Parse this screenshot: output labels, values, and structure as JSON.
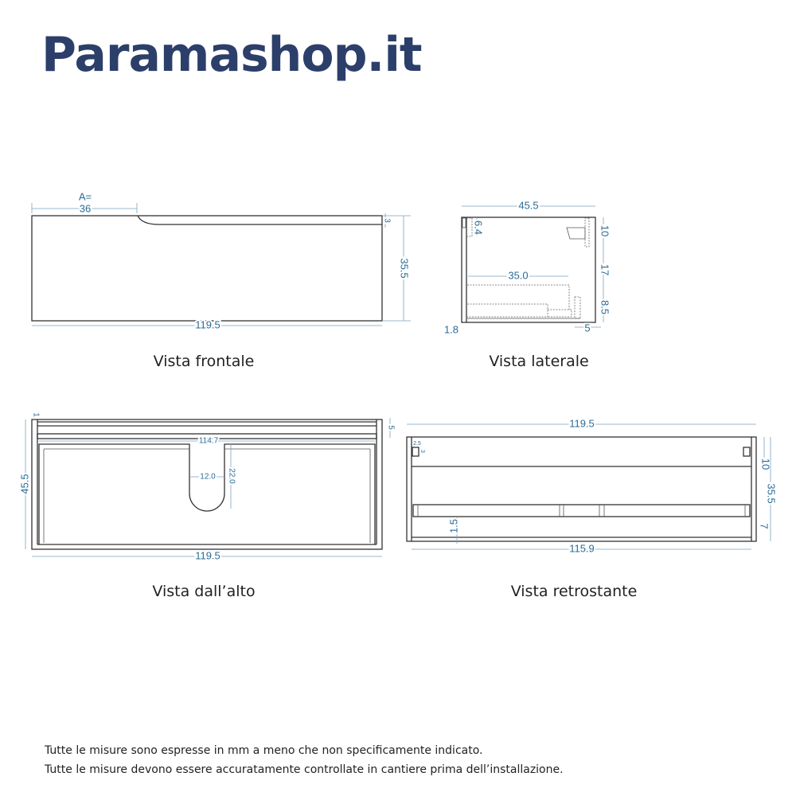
{
  "brand": {
    "logo_text": "Paramashop.it",
    "color": "#2c3f6a"
  },
  "dimension_color": "#2a6b96",
  "views": {
    "front": {
      "caption": "Vista frontale",
      "dims": {
        "a_label": "A=",
        "a_value": "36",
        "top_thickness": "3",
        "height": "35.5",
        "width": "119.5"
      }
    },
    "side": {
      "caption": "Vista laterale",
      "dims": {
        "depth": "45.5",
        "top_gap": "6.4",
        "drawer_depth": "35.0",
        "upper": "10",
        "middle": "17",
        "lower": "8.5",
        "panel": "1.8",
        "back_offset": "5"
      }
    },
    "top": {
      "caption": "Vista dall’alto",
      "dims": {
        "edge": "1",
        "back_depth": "5",
        "inner_width": "114.7",
        "cutout_width": "12.0",
        "cutout_depth": "22.0",
        "depth": "45.5",
        "width": "119.5"
      }
    },
    "back": {
      "caption": "Vista retrostante",
      "dims": {
        "width": "119.5",
        "bracket_x": "2.5",
        "bracket_y": "3",
        "upper": "10",
        "height": "35.5",
        "bottom": "7",
        "base": "1.5",
        "inner_width": "115.9"
      }
    }
  },
  "notes": [
    "Tutte le misure sono espresse in mm a meno che non specificamente indicato.",
    "Tutte le misure devono essere accuratamente controllate in cantiere prima dell’installazione."
  ]
}
